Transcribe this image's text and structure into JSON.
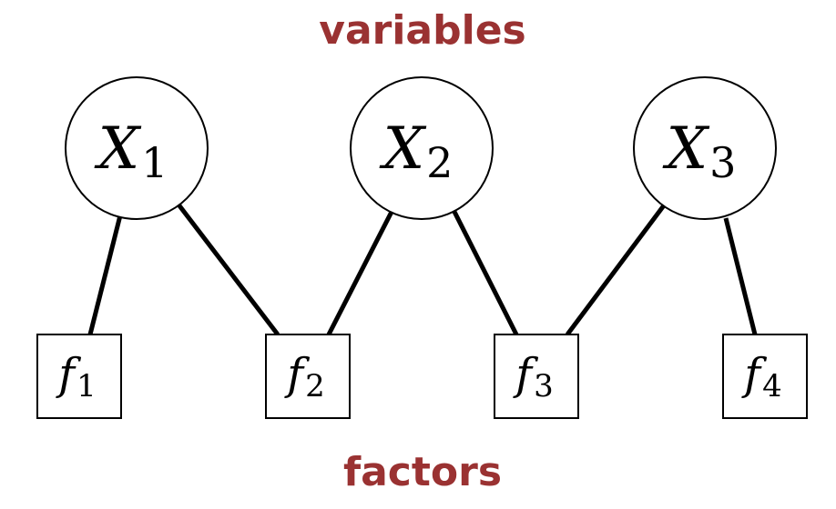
{
  "labels": {
    "top": "variables",
    "bottom": "factors"
  },
  "colors": {
    "heading": "#9a3232",
    "stroke": "#000000",
    "fill": "#ffffff"
  },
  "variables": [
    {
      "id": "x1",
      "base": "X",
      "sub": "1"
    },
    {
      "id": "x2",
      "base": "X",
      "sub": "2"
    },
    {
      "id": "x3",
      "base": "X",
      "sub": "3"
    }
  ],
  "factors": [
    {
      "id": "f1",
      "base": "f",
      "sub": "1"
    },
    {
      "id": "f2",
      "base": "f",
      "sub": "2"
    },
    {
      "id": "f3",
      "base": "f",
      "sub": "3"
    },
    {
      "id": "f4",
      "base": "f",
      "sub": "4"
    }
  ],
  "edges": [
    {
      "from": "x1",
      "to": "f1"
    },
    {
      "from": "x1",
      "to": "f2"
    },
    {
      "from": "x2",
      "to": "f2"
    },
    {
      "from": "x2",
      "to": "f3"
    },
    {
      "from": "x3",
      "to": "f3"
    },
    {
      "from": "x3",
      "to": "f4"
    }
  ]
}
